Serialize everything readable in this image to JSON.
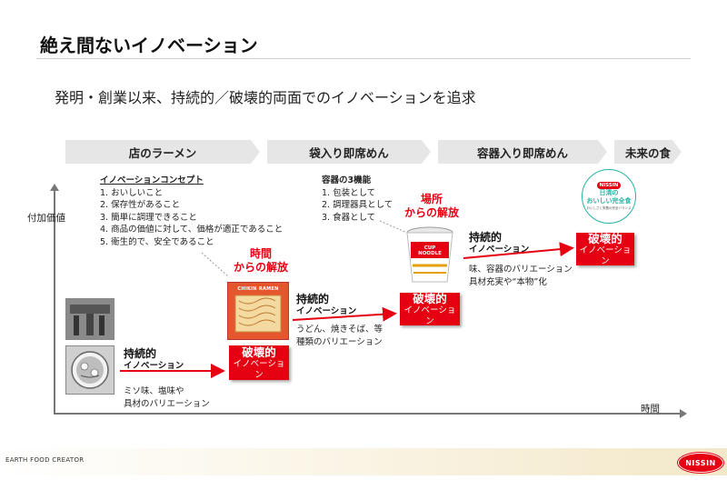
{
  "title": "絶え間ないイノベーション",
  "subtitle": "発明・創業以来、持続的／破壊的両面でのイノベーションを追求",
  "stages": [
    "店のラーメン",
    "袋入り即席めん",
    "容器入り即席めん",
    "未来の食"
  ],
  "concept": {
    "title": "イノベーションコンセプト",
    "items": [
      "1. おいしいこと",
      "2. 保存性があること",
      "3. 簡単に調理できること",
      "4. 商品の価値に対して、価格が適正であること",
      "5. 衛生的で、安全であること"
    ]
  },
  "container": {
    "title": "容器の3機能",
    "items": [
      "1. 包装として",
      "2. 調理器具として",
      "3. 食器として"
    ]
  },
  "axis": {
    "y": "付加価値",
    "x": "時間"
  },
  "sustaining": {
    "line1": "持続的",
    "line2": "イノベーション"
  },
  "disruptive": {
    "line1": "破壊的",
    "line2": "イノベーション"
  },
  "liberation_time": [
    "時間",
    "からの解放"
  ],
  "liberation_place": [
    "場所",
    "からの解放"
  ],
  "notes": {
    "n1": [
      "ミソ味、塩味や",
      "具材のバリエーション"
    ],
    "n2": [
      "うどん、焼きそば、等",
      "種類のバリエーション"
    ],
    "n3": [
      "味、容器のバリエーション",
      "具材充実や“本物”化"
    ]
  },
  "product_packet": "CHIKIN RAMEN",
  "product_cup": "CUP NOODLE",
  "future_badge": {
    "brand": "NISSIN",
    "line1": "日清の",
    "line2": "おいしい完全食",
    "line3": "おいしさと栄養の完全バランス"
  },
  "footer": {
    "tagline": "EARTH FOOD CREATOR",
    "logo": "NISSIN"
  },
  "colors": {
    "accent": "#e50012"
  }
}
